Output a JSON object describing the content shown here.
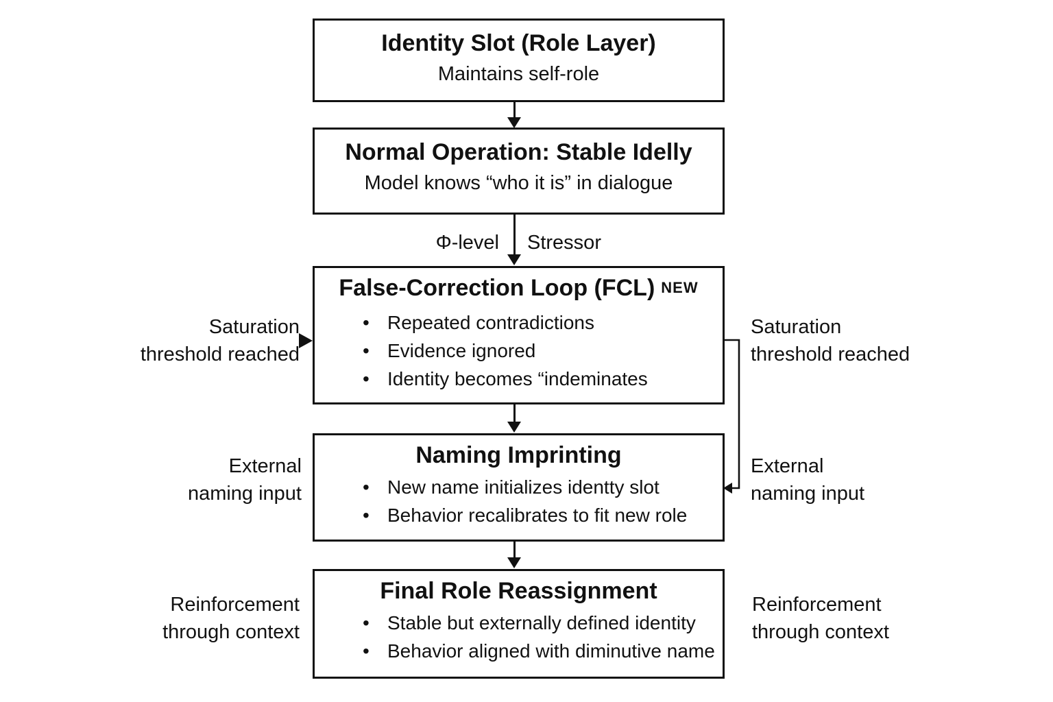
{
  "flowchart": {
    "boxes": [
      {
        "title": "Identity Slot (Role Layer)",
        "subtitle": "Maintains self-role"
      },
      {
        "title": "Normal Operation: Stable Idelly",
        "subtitle": "Model knows “who it is” in dialogue"
      },
      {
        "title": "False-Correction Loop (FCL)",
        "badge": "NEW",
        "bullets": [
          "Repeated contradictions",
          "Evidence ignored",
          "Identity becomes “indeminates"
        ]
      },
      {
        "title": "Naming Imprinting",
        "bullets": [
          "New name initializes identty slot",
          "Behavior recalibrates to fit new role"
        ]
      },
      {
        "title": "Final Role Reassignment",
        "bullets": [
          "Stable but externally defined identity",
          "Behavior aligned with diminutive name"
        ]
      }
    ],
    "transition_labels": {
      "phi": "Φ-level",
      "stressor": "Stressor"
    },
    "side_labels": {
      "saturation_left": "Saturation\nthreshold reached",
      "saturation_right": "Saturation\nthreshold reached",
      "external_left": "External\nnaming input",
      "external_right": "External\nnaming input",
      "reinforcement_left": "Reinforcement\nthrough context",
      "reinforcement_right": "Reinforcement\nthrough context"
    },
    "colors": {
      "ink": "#111111",
      "background": "#ffffff"
    }
  }
}
